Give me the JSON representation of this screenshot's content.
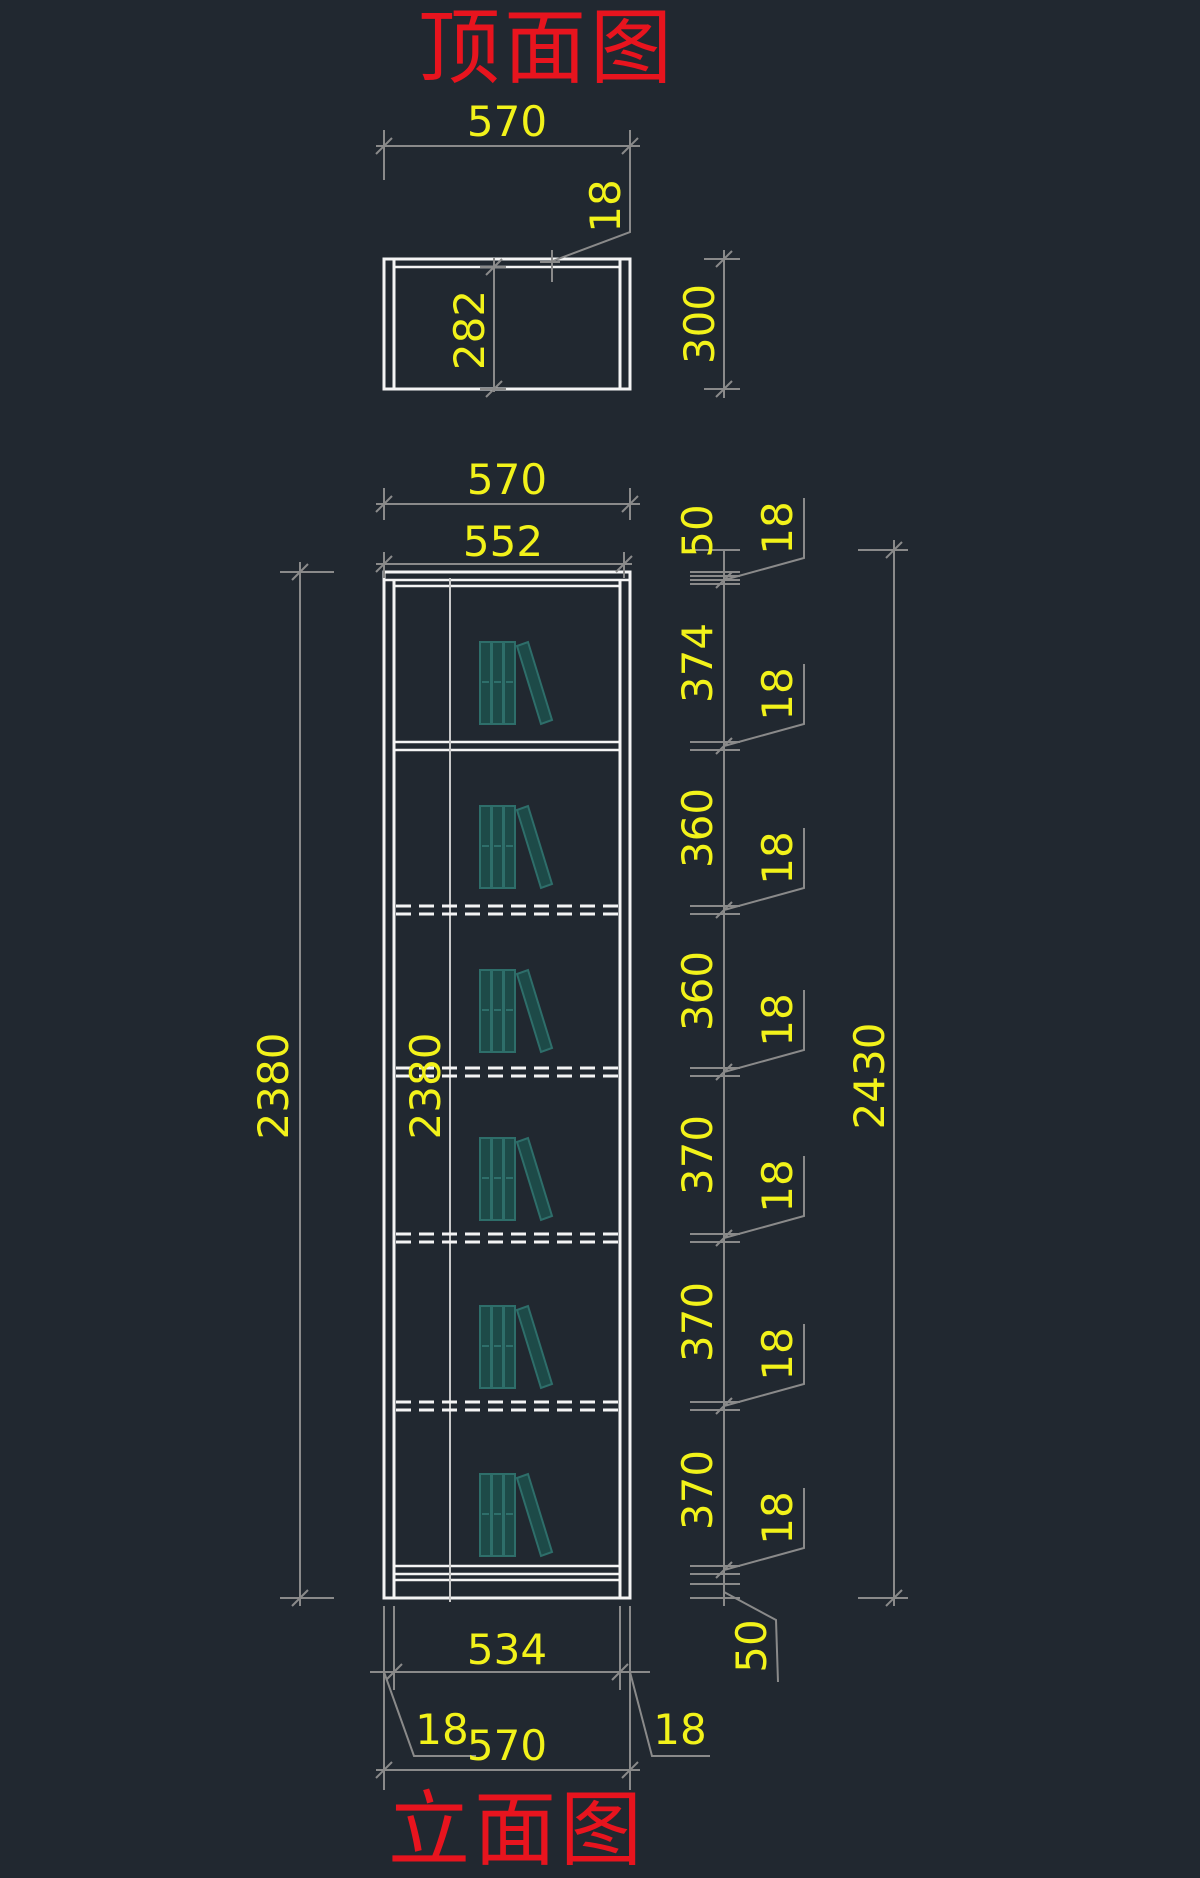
{
  "titles": {
    "top_view": "顶面图",
    "elevation": "立面图"
  },
  "top_view_dims": {
    "width": "570",
    "panel": "18",
    "inner_depth": "282",
    "depth": "300"
  },
  "elevation_dims": {
    "outer_width": "570",
    "inner_width": "552",
    "top_gap": "50",
    "height_left": "2380",
    "height_inner": "2380",
    "height_total": "2430",
    "bottom_inner": "534",
    "side_left": "18",
    "side_right": "18",
    "bottom_width": "570",
    "bottom_gap": "50",
    "compartments": [
      "374",
      "360",
      "360",
      "370",
      "370",
      "370"
    ],
    "shelf_thickness": [
      "18",
      "18",
      "18",
      "18",
      "18",
      "18",
      "18"
    ]
  },
  "colors": {
    "background": "#212830",
    "title": "#e8141e",
    "dimension_text": "#f2f21a",
    "outline": "#f4f4f4",
    "dimension_line": "#8a8a8a",
    "book_fill": "#1d4a48"
  }
}
